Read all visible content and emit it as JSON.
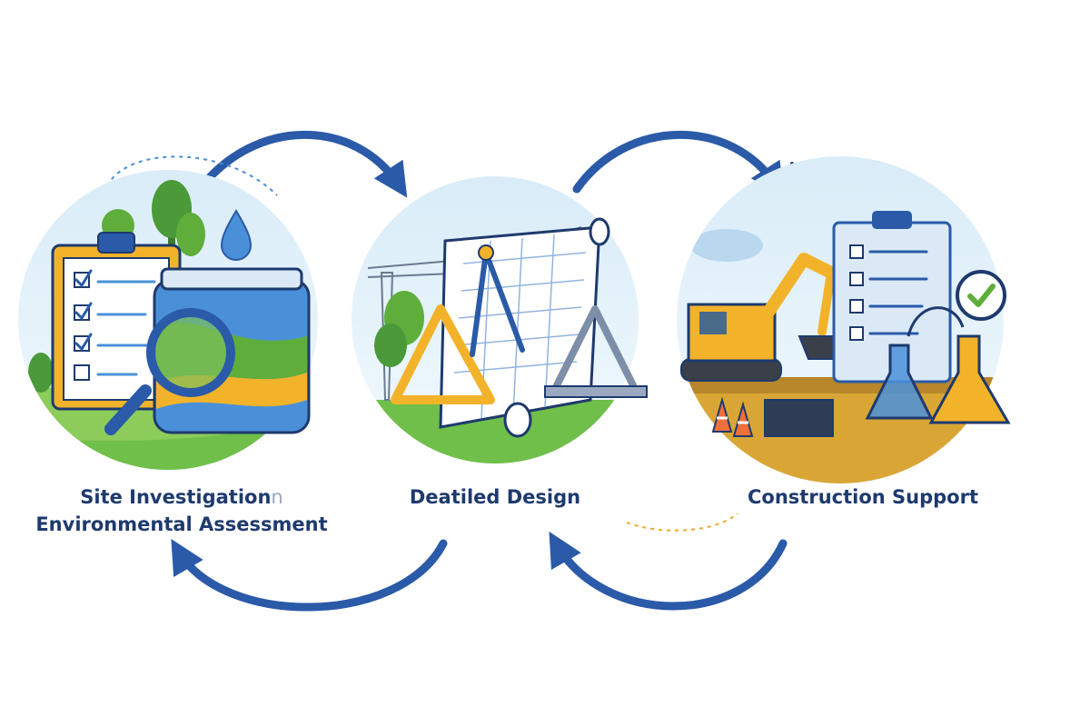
{
  "steps": [
    {
      "label_line1": "Site Investigation",
      "label_ghost": "n",
      "label_line2": "Environmental Assessment",
      "icons": [
        "clipboard-checklist-icon",
        "magnifying-glass-icon",
        "soil-sample-jar-icon",
        "water-drop-icon",
        "tree-icon"
      ]
    },
    {
      "label": "Deatiled Design",
      "icons": [
        "blueprint-scroll-icon",
        "drafting-compass-icon",
        "triangle-ruler-icon",
        "power-line-tower-icon"
      ]
    },
    {
      "label": "Construction Support",
      "icons": [
        "excavator-icon",
        "traffic-cone-icon",
        "clipboard-checklist-icon",
        "lab-flask-icon",
        "checkmark-badge-icon",
        "materials-block-icon"
      ]
    }
  ],
  "colors": {
    "arrow": "#2a5aa8",
    "label": "#1e3a6e",
    "accent_yellow": "#f2b32a",
    "accent_green": "#5fae3c",
    "accent_blue": "#4a90d9",
    "dotted_connector": "#f0a830"
  },
  "cycle_arrows": [
    "arrow-step1-to-step2",
    "arrow-step2-to-step3",
    "arrow-step3-to-step2",
    "arrow-step2-to-step1"
  ]
}
